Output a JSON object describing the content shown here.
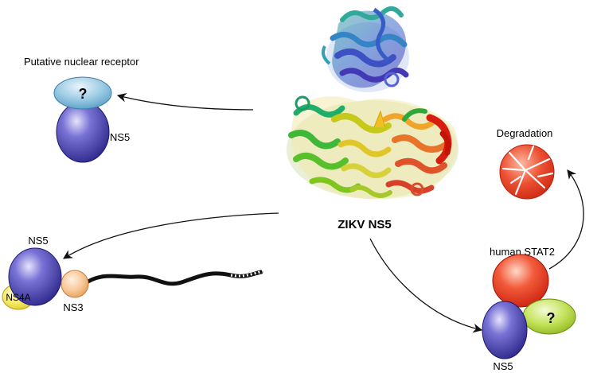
{
  "protein": {
    "label": "ZIKV NS5"
  },
  "nuclear": {
    "label": "Putative nuclear receptor",
    "receptor_mark": "?",
    "ns5_label": "NS5"
  },
  "replication": {
    "ns5_label": "NS5",
    "ns4a_label": "NS4A",
    "ns3_label": "NS3"
  },
  "stat2": {
    "stat2_label": "human STAT2",
    "unknown_mark": "?",
    "ns5_label": "NS5"
  },
  "degradation": {
    "label": "Degradation"
  },
  "colors": {
    "ns5": "#4b44b0",
    "receptor": "#7fb8d8",
    "ns4a": "#f4e04a",
    "ns3": "#f6c08a",
    "stat2": "#e8321e",
    "unknown_partner": "#b8dc4a",
    "degradation": "#e8452a",
    "arrow": "#111111"
  }
}
